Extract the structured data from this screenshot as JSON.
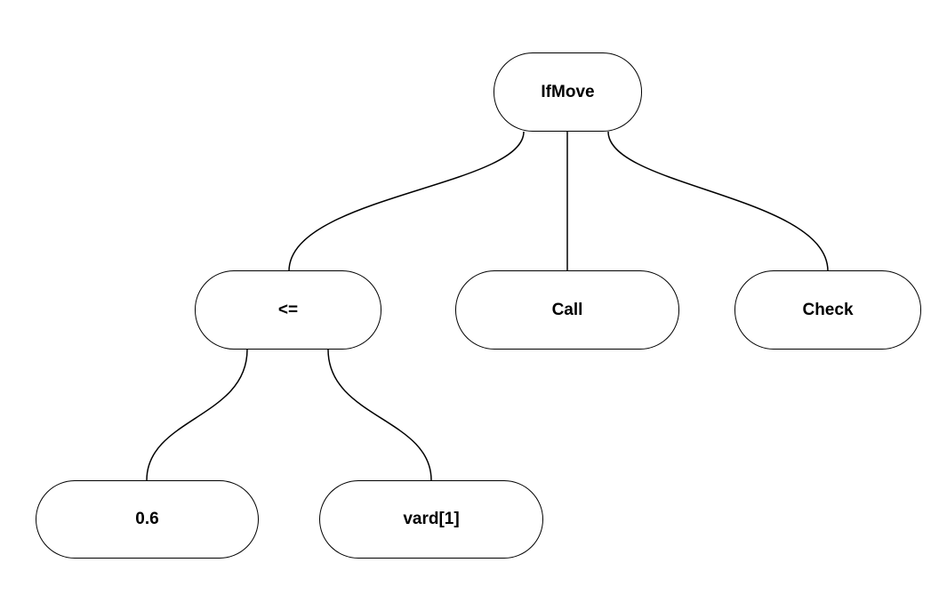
{
  "diagram": {
    "nodes": {
      "root": "IfMove",
      "le": "<=",
      "call": "Call",
      "check": "Check",
      "num": "0.6",
      "vard": "vard[1]"
    },
    "edges": [
      [
        "root",
        "le"
      ],
      [
        "root",
        "call"
      ],
      [
        "root",
        "check"
      ],
      [
        "le",
        "num"
      ],
      [
        "le",
        "vard"
      ]
    ],
    "colors": {
      "stroke": "#000000",
      "fill": "#ffffff",
      "text": "#000000"
    }
  }
}
